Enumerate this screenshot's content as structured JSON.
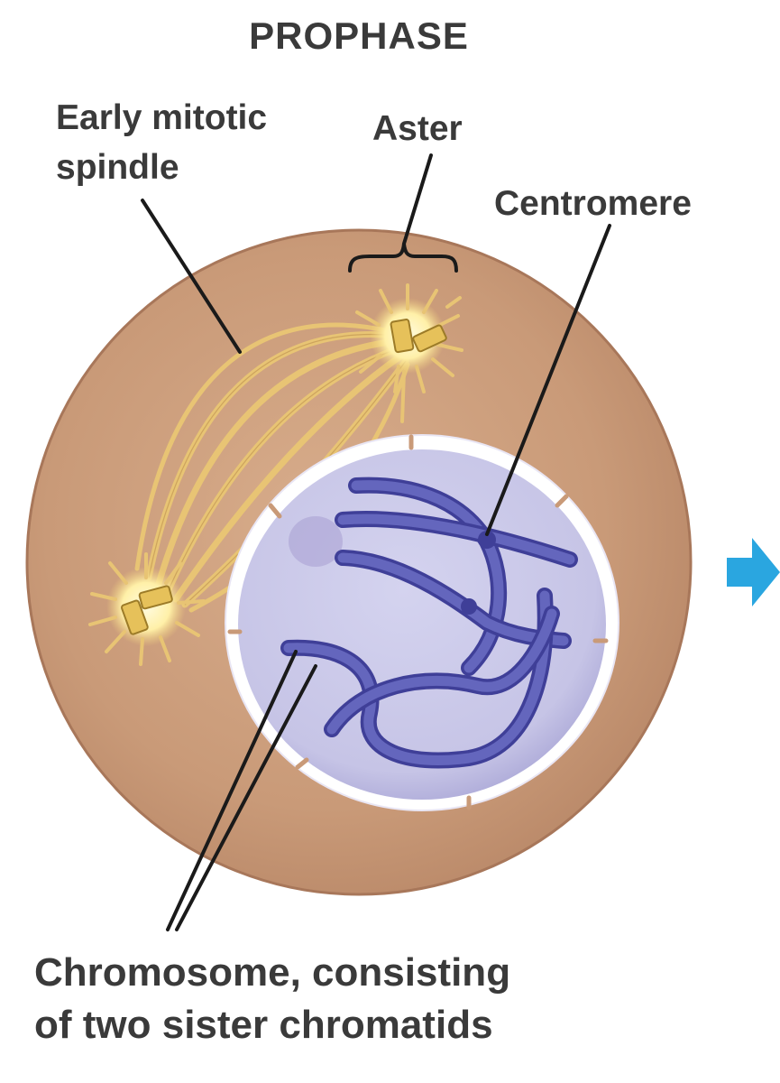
{
  "diagram": {
    "title": "PROPHASE",
    "labels": {
      "early_spindle_line1": "Early mitotic",
      "early_spindle_line2": "spindle",
      "aster": "Aster",
      "centromere": "Centromere",
      "chromosome_line1": "Chromosome, consisting",
      "chromosome_line2": "of two sister chromatids"
    },
    "colors": {
      "cytoplasm": "#c99a78",
      "cytoplasm_edge": "#a8775a",
      "nucleus": "#c9c8e8",
      "nuclear_envelope": "#ffffff",
      "chromatid": "#5a5cb4",
      "chromatid_dark": "#3f3f98",
      "spindle_fiber": "#e8c474",
      "centrosome_glow": "#fff3b8",
      "centriole": "#e6c15a",
      "leader_line": "#1a1a1a",
      "arrow": "#2aa6e0",
      "text": "#3a3a3a"
    },
    "icons": [
      "next-stage-arrow-icon"
    ]
  }
}
